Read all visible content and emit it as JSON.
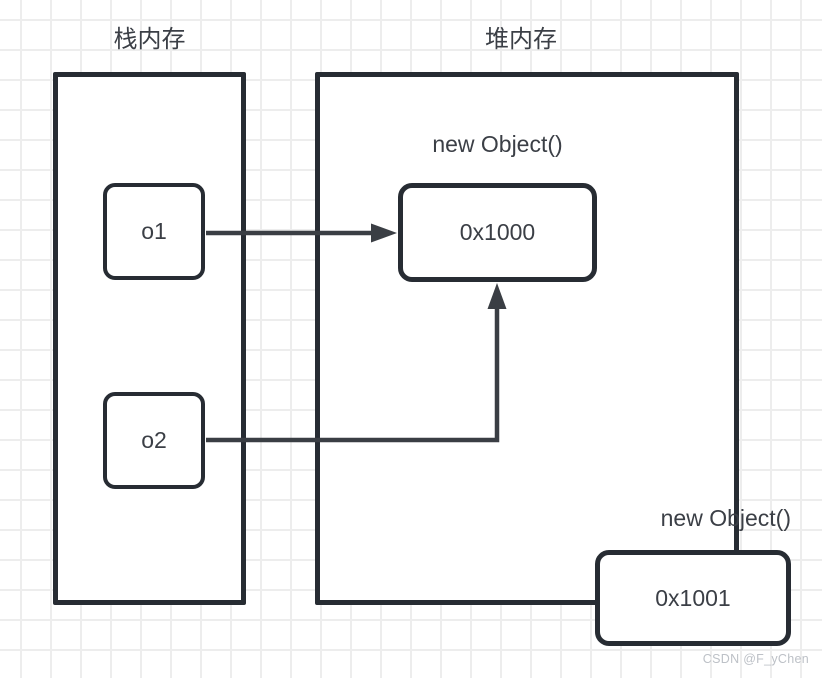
{
  "diagram": {
    "stack": {
      "title": "栈内存"
    },
    "heap": {
      "title": "堆内存"
    },
    "nodes": {
      "o1": {
        "label": "o1"
      },
      "o2": {
        "label": "o2"
      },
      "obj1": {
        "annotation": "new Object()",
        "address": "0x1000"
      },
      "obj2": {
        "annotation": "new Object()",
        "address": "0x1001"
      }
    },
    "edges": [
      {
        "from": "o1",
        "to": "0x1000",
        "shape": "straight-right"
      },
      {
        "from": "o2",
        "to": "0x1000",
        "shape": "right-then-up"
      }
    ],
    "colors": {
      "box_border": "#272c33",
      "arrow": "#3a3e44",
      "text": "#3b3f46",
      "grid_line": "#ededed",
      "background": "#ffffff",
      "watermark": "#bdc1c7"
    }
  },
  "watermark": {
    "text": "CSDN @F_yChen"
  }
}
